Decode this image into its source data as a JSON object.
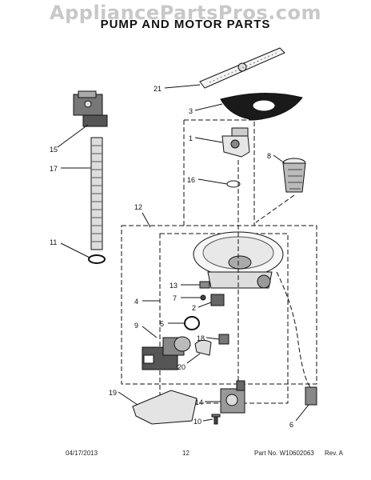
{
  "watermark": "AppliancePartsPros.com",
  "title": "PUMP AND MOTOR PARTS",
  "footer": {
    "date": "04/17/2013",
    "page": "12",
    "part_no": "Part No. W10602063",
    "rev": "Rev. A"
  },
  "callouts": {
    "c21": "21",
    "c3": "3",
    "c1": "1",
    "c8": "8",
    "c15": "15",
    "c17": "17",
    "c16": "16",
    "c12": "12",
    "c11": "11",
    "c13": "13",
    "c7": "7",
    "c4": "4",
    "c2": "2",
    "c9": "9",
    "c5": "5",
    "c18": "18",
    "c20": "20",
    "c19": "19",
    "c14": "14",
    "c10": "10",
    "c6": "6"
  }
}
